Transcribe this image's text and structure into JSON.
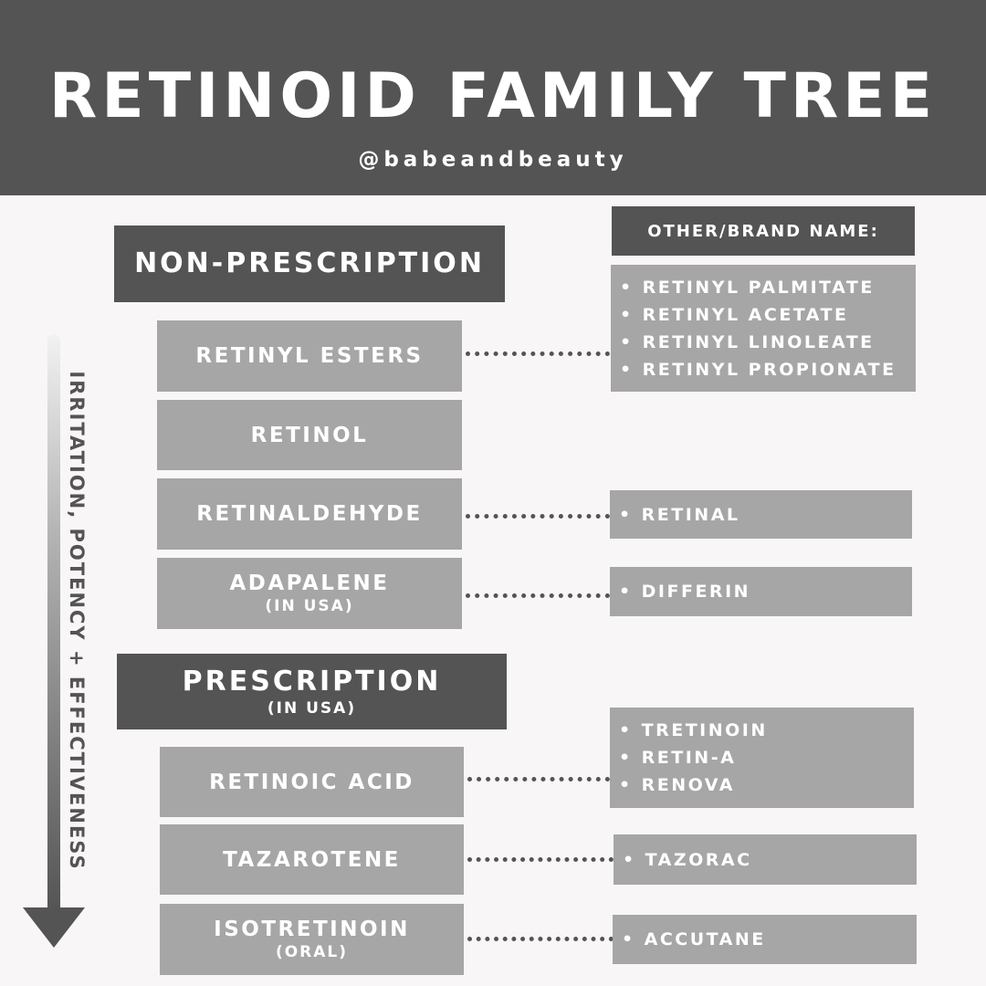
{
  "header": {
    "title": "RETINOID FAMILY TREE",
    "handle": "@babeandbeauty"
  },
  "axis": {
    "label": "IRRITATION, POTENCY + EFFECTIVENESS"
  },
  "brand_header": "OTHER/BRAND NAME:",
  "non_prescription": {
    "label": "NON-PRESCRIPTION",
    "items": [
      {
        "name": "RETINYL ESTERS",
        "note": "",
        "brands": [
          "RETINYL PALMITATE",
          "RETINYL ACETATE",
          "RETINYL LINOLEATE",
          "RETINYL PROPIONATE"
        ]
      },
      {
        "name": "RETINOL",
        "note": "",
        "brands": []
      },
      {
        "name": "RETINALDEHYDE",
        "note": "",
        "brands": [
          "RETINAL"
        ]
      },
      {
        "name": "ADAPALENE",
        "note": "(IN USA)",
        "brands": [
          "DIFFERIN"
        ]
      }
    ]
  },
  "prescription": {
    "label": "PRESCRIPTION",
    "note": "(IN USA)",
    "items": [
      {
        "name": "RETINOIC ACID",
        "note": "",
        "brands": [
          "TRETINOIN",
          "RETIN-A",
          "RENOVA"
        ]
      },
      {
        "name": "TAZAROTENE",
        "note": "",
        "brands": [
          "TAZORAC"
        ]
      },
      {
        "name": "ISOTRETINOIN",
        "note": "(ORAL)",
        "brands": [
          "ACCUTANE"
        ]
      }
    ]
  },
  "colors": {
    "dark": "#545454",
    "light": "#a6a6a6",
    "background": "#f8f6f7",
    "text": "#ffffff"
  }
}
